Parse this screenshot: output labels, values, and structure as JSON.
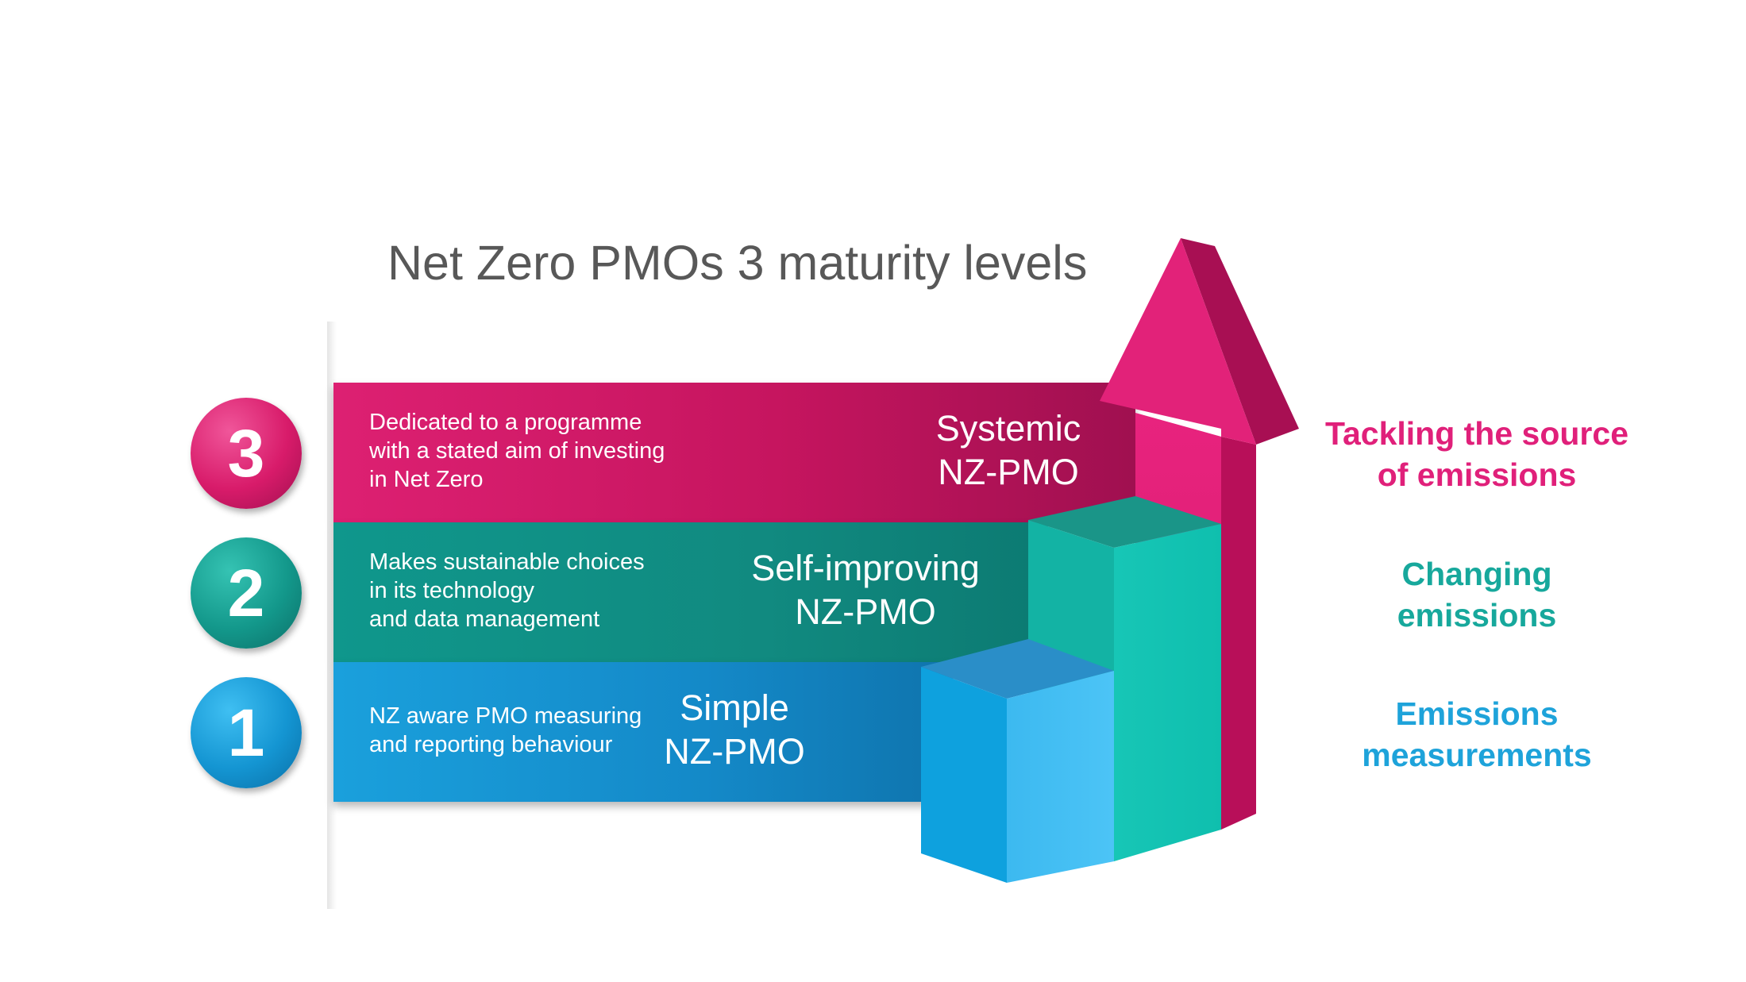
{
  "title": "Net Zero PMOs 3 maturity levels",
  "colors": {
    "level3": "#d81b6a",
    "level2": "#13988b",
    "level1": "#1495d2",
    "title_text": "#585858"
  },
  "levels": [
    {
      "number": "1",
      "name_line1": "Simple",
      "name_line2": "NZ-PMO",
      "description": [
        "NZ aware PMO measuring",
        "and reporting behaviour"
      ],
      "side_label": [
        "Emissions",
        "measurements"
      ]
    },
    {
      "number": "2",
      "name_line1": "Self-improving",
      "name_line2": "NZ-PMO",
      "description": [
        "Makes sustainable choices",
        "in its technology",
        "and data management"
      ],
      "side_label": [
        "Changing",
        "emissions"
      ]
    },
    {
      "number": "3",
      "name_line1": "Systemic",
      "name_line2": "NZ-PMO",
      "description": [
        "Dedicated to a programme",
        "with a stated aim of investing",
        "in Net Zero"
      ],
      "side_label": [
        "Tackling the source",
        "of emissions"
      ]
    }
  ]
}
